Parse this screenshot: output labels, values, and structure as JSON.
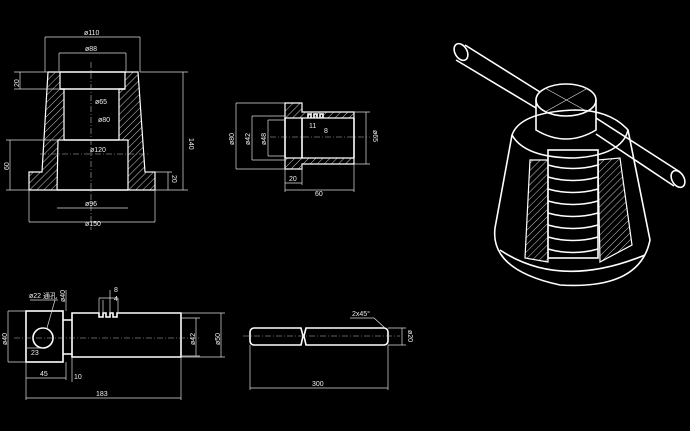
{
  "title": "Screw jack assembly drawing",
  "part_base": {
    "d_top_outer": "ø110",
    "d_top_inner": "ø88",
    "d_bore": "ø65",
    "d_mid": "ø80",
    "d_cone": "ø120",
    "d_bottom_inner": "ø96",
    "d_base": "ø150",
    "h_top": "20",
    "h_lower": "60",
    "h_total": "140",
    "h_flange": "20"
  },
  "part_nut": {
    "d_flange": "ø80",
    "d_bore1": "ø42",
    "d_bore2": "ø48",
    "d_body": "ø65",
    "len_flange": "20",
    "len_total": "60",
    "thread_a": "11",
    "thread_b": "8"
  },
  "part_screw": {
    "hole": "ø22 通孔",
    "d_head": "ø40",
    "d_neck": "ø40",
    "d_thread_minor": "ø42",
    "d_thread": "ø50",
    "groove_w": "8",
    "groove_d": "4",
    "hole_pos": "23",
    "len_head": "45",
    "len_neck": "10",
    "len_total": "183"
  },
  "part_handle": {
    "chamfer": "2x45°",
    "diameter": "ø20",
    "length": "300"
  }
}
